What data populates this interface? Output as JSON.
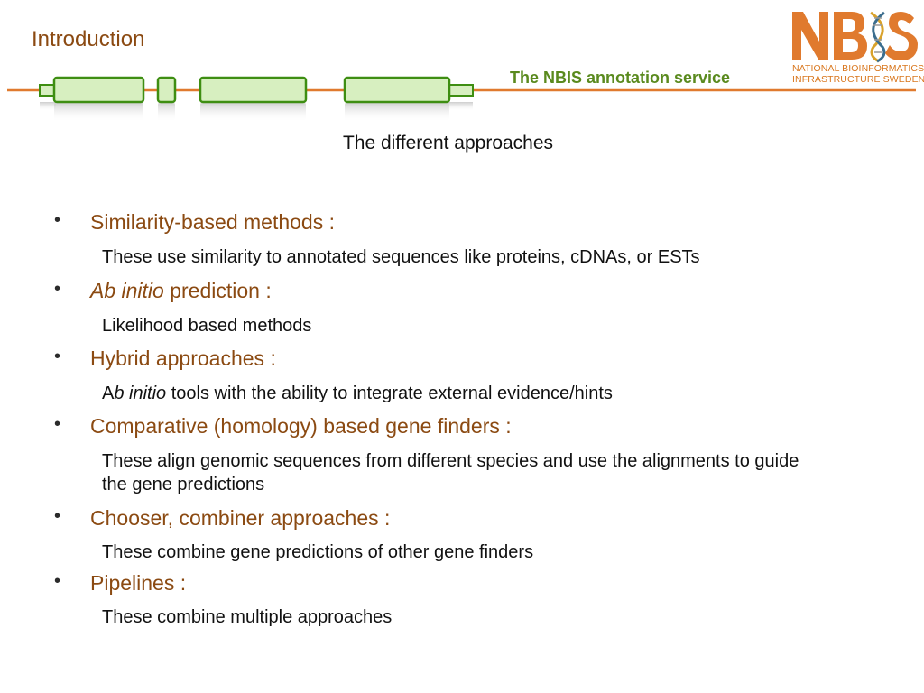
{
  "header": {
    "section_title": "Introduction",
    "service_label": "The NBIS annotation service",
    "logo": {
      "wordmark": "NBIS",
      "line1": "NATIONAL BIOINFORMATICS",
      "line2": "INFRASTRUCTURE SWEDEN"
    }
  },
  "colors": {
    "heading": "#8b4a12",
    "accent_green": "#5a8a1e",
    "exon_fill": "#d7efc0",
    "exon_border": "#3e8e12",
    "rule": "#e07a2e"
  },
  "slide": {
    "subtitle": "The different approaches",
    "bullets": [
      {
        "heading": "Similarity-based methods :",
        "description": "These use similarity to annotated sequences like proteins, cDNAs, or ESTs"
      },
      {
        "heading_italic": "Ab initio",
        "heading_rest": " prediction :",
        "description": "Likelihood based methods"
      },
      {
        "heading": "Hybrid approaches :",
        "description_prefix": "A",
        "description_italic": "b initio",
        "description_rest": " tools with the ability to integrate external evidence/hints"
      },
      {
        "heading": "Comparative (homology) based gene finders :",
        "description": "These align genomic sequences from different species and use the alignments to guide the gene predictions"
      },
      {
        "heading": "Chooser, combiner approaches :",
        "description": "These combine gene predictions of other gene finders"
      },
      {
        "heading": "Pipelines :",
        "description": "These combine multiple approaches"
      }
    ]
  }
}
